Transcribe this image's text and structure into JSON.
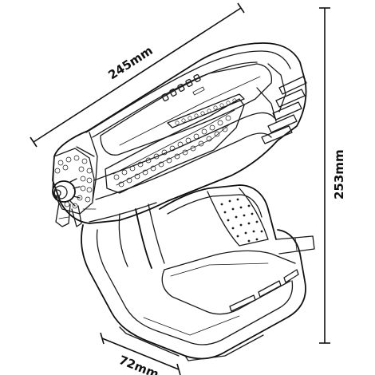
{
  "figure": {
    "subject": "spray-gun-technical-drawing",
    "dimensions": {
      "length": "245mm",
      "height": "253mm",
      "width": "72mm"
    }
  },
  "colors": {
    "line": "#1a1a1a",
    "background": "#ffffff"
  }
}
